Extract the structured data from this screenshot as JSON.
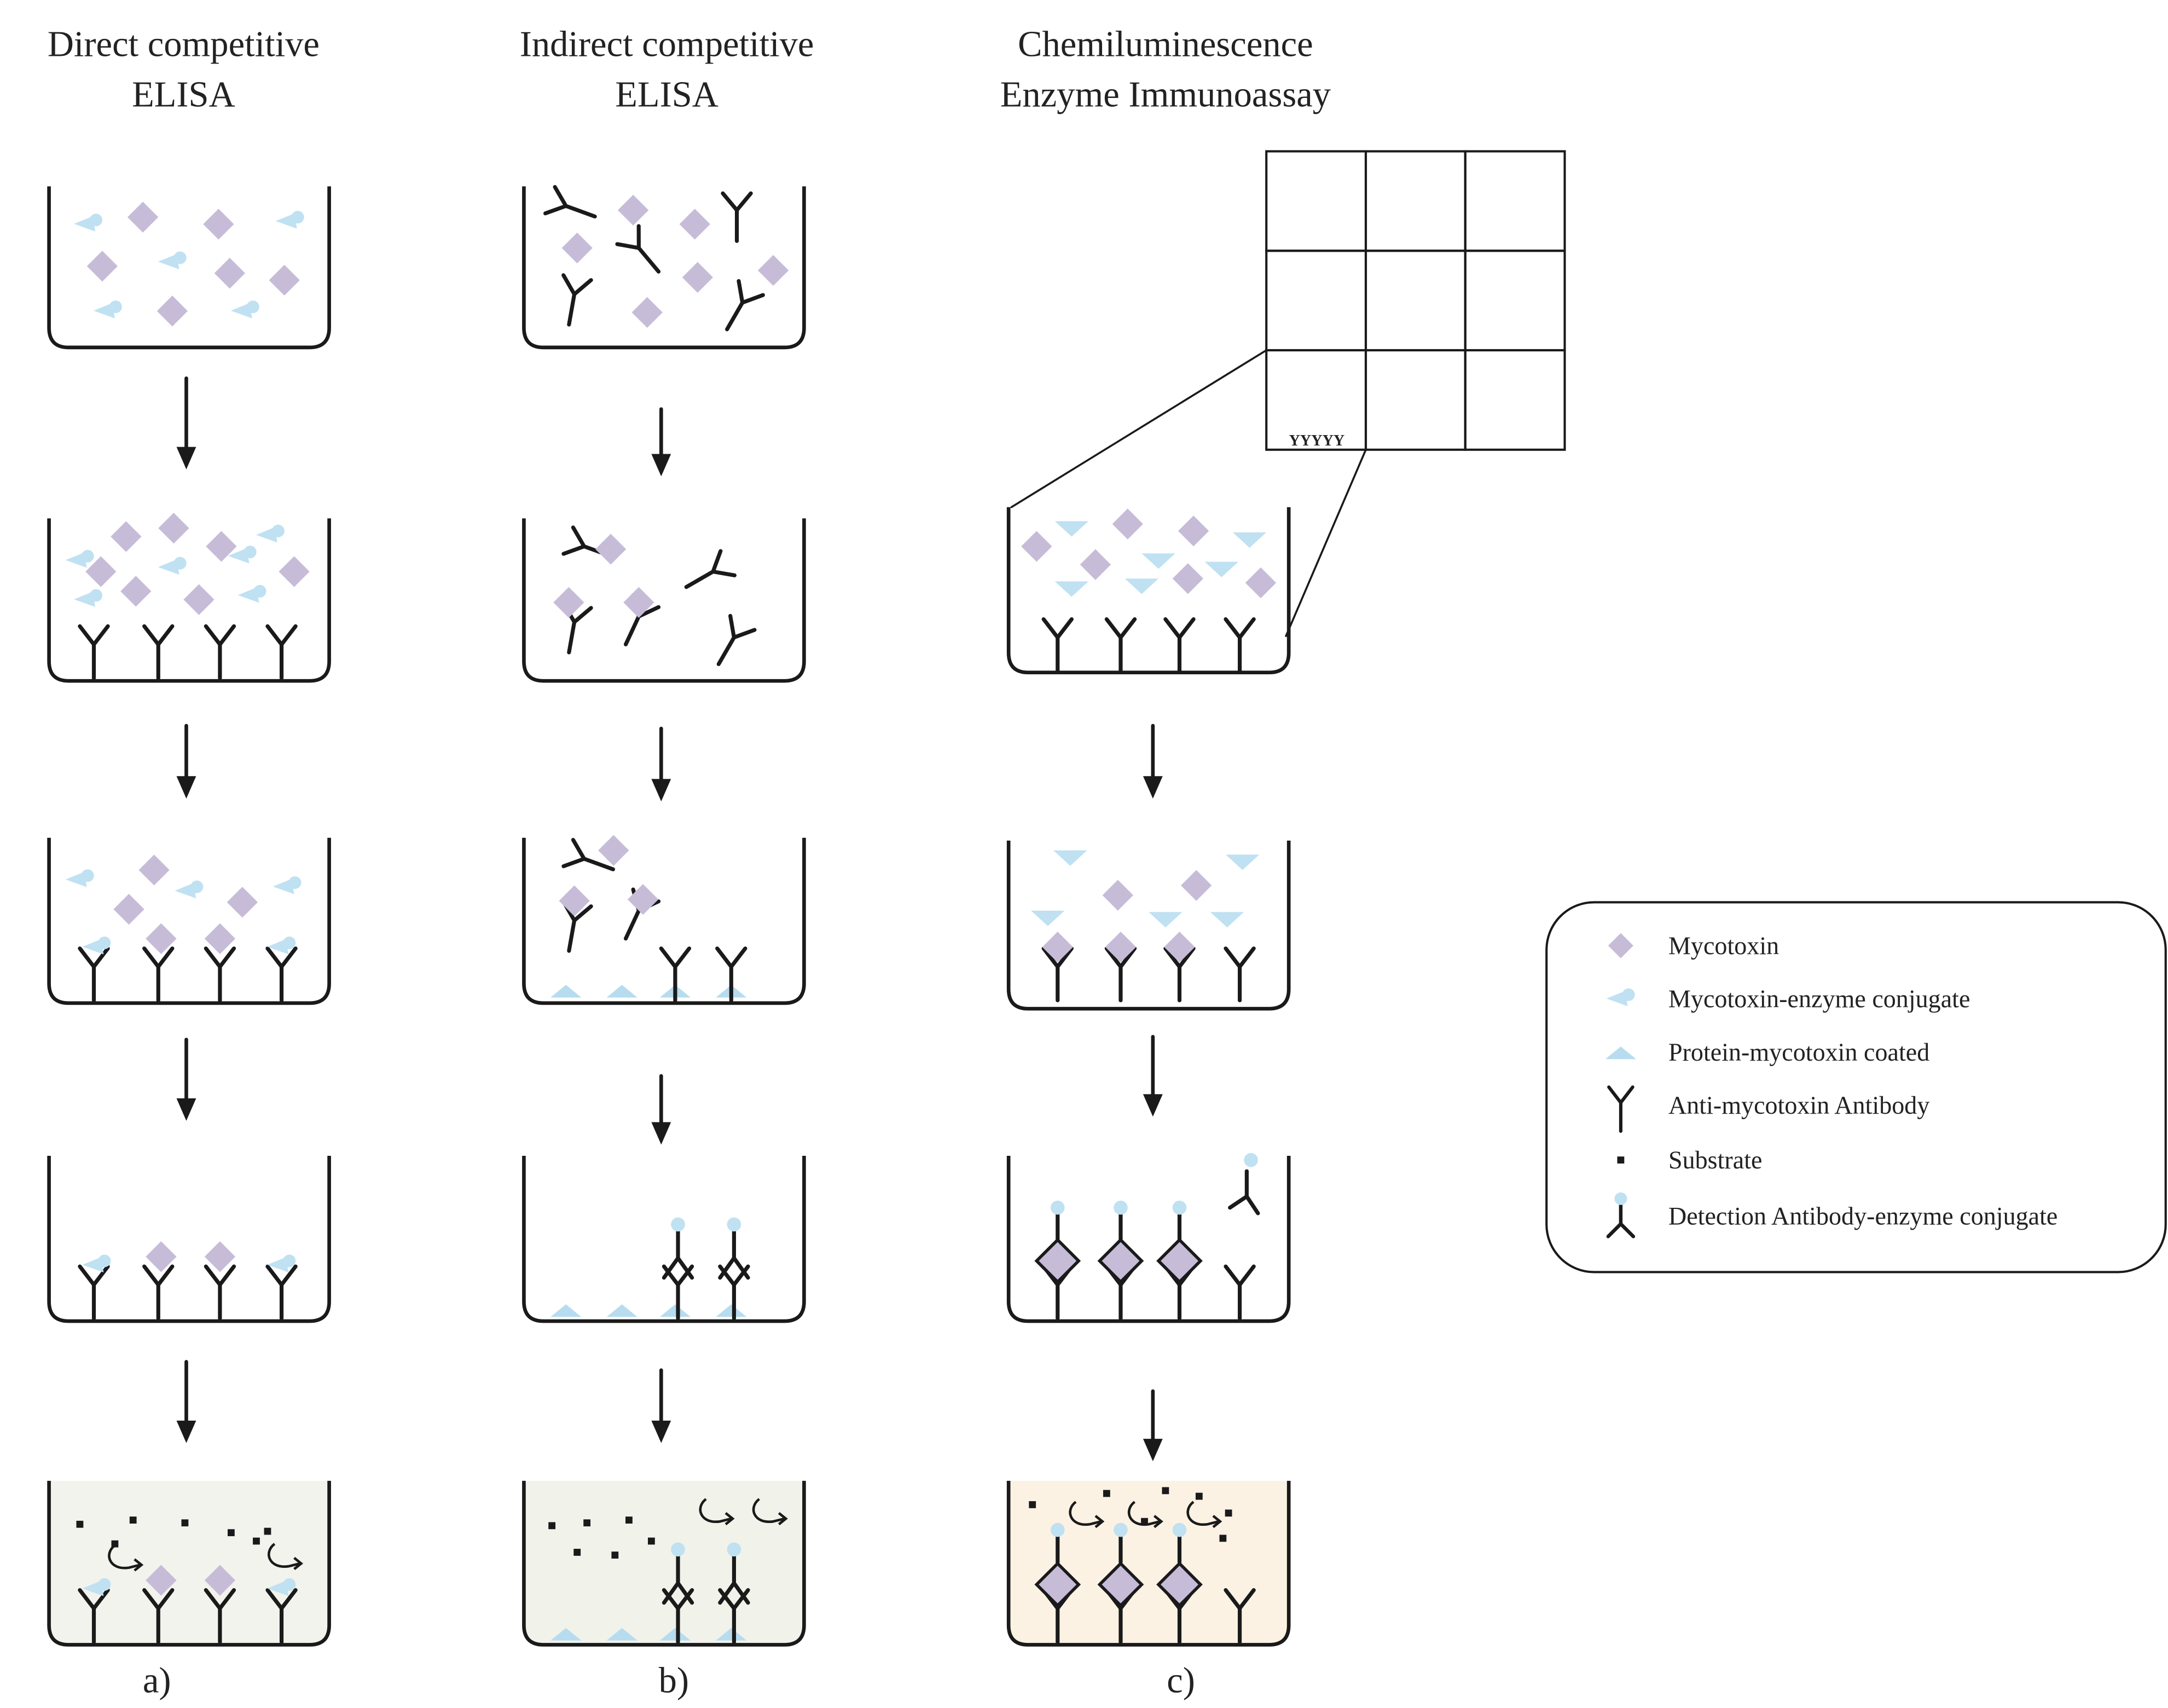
{
  "columns": [
    {
      "id": "a",
      "title_lines": [
        "Direct competitive",
        "ELISA"
      ],
      "label": "a)"
    },
    {
      "id": "b",
      "title_lines": [
        "Indirect competitive",
        "ELISA"
      ],
      "label": "b)"
    },
    {
      "id": "c",
      "title_lines": [
        "Chemiluminescence",
        "Enzyme Immunoassay"
      ],
      "label": "c)"
    }
  ],
  "plate": {
    "rows": 3,
    "cols": 3,
    "inset_label": "YYYYY"
  },
  "legend": {
    "items": [
      {
        "key": "mycotoxin",
        "label": "Mycotoxin"
      },
      {
        "key": "conjugate",
        "label": "Mycotoxin-enzyme conjugate"
      },
      {
        "key": "coated",
        "label": "Protein-mycotoxin coated"
      },
      {
        "key": "antibody",
        "label": "Anti-mycotoxin Antibody"
      },
      {
        "key": "substrate",
        "label": "Substrate"
      },
      {
        "key": "detection",
        "label": "Detection Antibody-enzyme conjugate"
      }
    ]
  },
  "colors": {
    "mycotoxin": "#c7bcd8",
    "conjugate": "#bfe1f2",
    "coated": "#b7dcef",
    "stroke": "#1a1a1a",
    "fill_a": "#f2f3ec",
    "fill_b": "#f1f2ea",
    "fill_c": "#fbf2e4"
  }
}
